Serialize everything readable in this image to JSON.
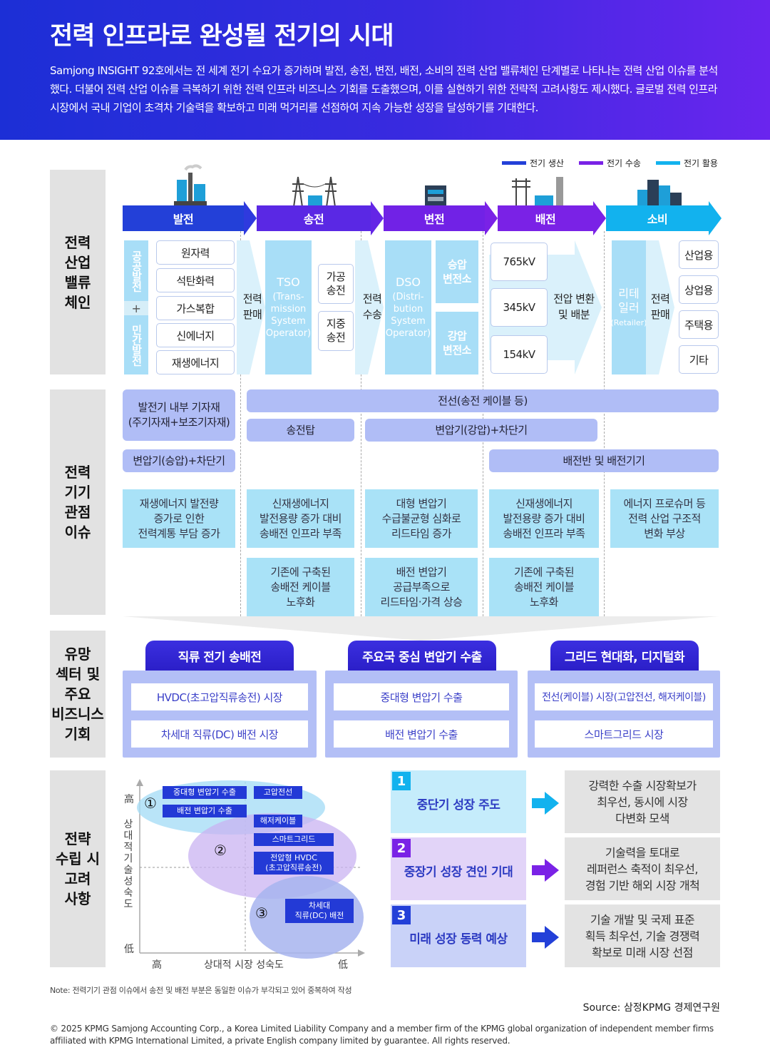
{
  "header": {
    "title": "전력 인프라로 완성될 전기의 시대",
    "desc": "Samjong INSIGHT 92호에서는 전 세계 전기 수요가 증가하며 발전, 송전, 변전, 배전, 소비의 전력 산업 밸류체인 단계별로 나타나는 전력 산업 이슈를 분석했다. 더불어 전력 산업 이슈를 극복하기 위한 전력 인프라 비즈니스 기회를 도출했으며, 이를 실현하기 위한 전략적 고려사항도 제시했다. 글로벌 전력 인프라 시장에서 국내 기업이 초격차 기술력을 확보하고 미래 먹거리를 선점하여 지속 가능한 성장을 달성하기를 기대한다."
  },
  "legend": [
    {
      "label": "전기 생산",
      "color": "#2340d8"
    },
    {
      "label": "전기 수송",
      "color": "#7a22e6"
    },
    {
      "label": "전기 활용",
      "color": "#12b2ee"
    }
  ],
  "sections": {
    "value_chain": "전력\n산업\n밸류\n체인",
    "issues": "전력\n기기\n관점\n이슈",
    "opps": "유망\n섹터 및\n주요\n비즈니스\n기회",
    "strategy": "전략\n수립 시\n고려\n사항"
  },
  "stages": [
    "발전",
    "송전",
    "변전",
    "배전",
    "소비"
  ],
  "vc": {
    "gen_public": "공공발전",
    "gen_plus": "+",
    "gen_private": "민간발전",
    "gen_items": [
      "원자력",
      "석탄화력",
      "가스복합",
      "신에너지",
      "재생에너지"
    ],
    "sales1": "전력\n판매",
    "tso_title": "TSO",
    "tso_sub": "(Trans-\nmission\nSystem\nOperator)",
    "tx_items": [
      "가공\n송전",
      "지중\n송전"
    ],
    "transport": "전력\n수송",
    "dso_title": "DSO",
    "dso_sub": "(Distri-\nbution\nSystem\nOperator)",
    "sub_items": [
      "승압\n변전소",
      "강압\n변전소"
    ],
    "volts": [
      "765kV",
      "345kV",
      "154kV"
    ],
    "conv": "전압 변환\n및 배분",
    "retailer_title": "리테\n일러",
    "retailer_sub": "(Retailer)",
    "sales2": "전력\n판매",
    "uses": [
      "산업용",
      "상업용",
      "주택용",
      "기타"
    ]
  },
  "equip": {
    "gen_internal": "발전기 내부 기자재\n(주기자재+보조기자재)",
    "cable": "전선(송전 케이블 등)",
    "tower": "송전탑",
    "transformer": "변압기(강압)+차단기",
    "gen_trans": "변압기(승압)+차단기",
    "switchgear": "배전반 및 배전기기"
  },
  "issues_row1": [
    "재생에너지 발전량\n증가로 인한\n전력계통 부담 증가",
    "신재생에너지\n발전용량 증가 대비\n송배전 인프라 부족",
    "대형 변압기\n수급불균형 심화로\n리드타임 증가",
    "신재생에너지\n발전용량 증가 대비\n송배전 인프라 부족",
    "에너지 프로슈머 등\n전력 산업 구조적\n변화 부상"
  ],
  "issues_row2": [
    "기존에 구축된\n송배전 케이블\n노후화",
    "배전 변압기\n공급부족으로\n리드타임·가격 상승",
    "기존에 구축된\n송배전 케이블\n노후화"
  ],
  "opportunities": [
    {
      "title": "직류 전기 송배전",
      "items": [
        "HVDC(초고압직류송전) 시장",
        "차세대 직류(DC) 배전 시장"
      ]
    },
    {
      "title": "주요국 중심 변압기 수출",
      "items": [
        "중대형 변압기 수출",
        "배전 변압기 수출"
      ]
    },
    {
      "title": "그리드 현대화, 디지털화",
      "items": [
        "전선(케이블) 시장(고압전선, 해저케이블)",
        "스마트그리드 시장"
      ]
    }
  ],
  "matrix": {
    "y_high": "高",
    "y_low": "低",
    "y_label": "상대적 기술 성숙도",
    "x_high": "高",
    "x_low": "低",
    "x_label": "상대적 시장 성숙도",
    "g1": "①",
    "g2": "②",
    "g3": "③",
    "g1_items": [
      "중대형 변압기 수출",
      "고압전선",
      "배전 변압기 수출"
    ],
    "g2_items": [
      "해저케이블",
      "스마트그리드",
      "전압형 HVDC\n(초고압직류송전)"
    ],
    "g3_items": [
      "차세대\n직류(DC) 배전"
    ]
  },
  "strategies": [
    {
      "num": "1",
      "label": "중단기 성장 주도",
      "result": "강력한 수출 시장확보가\n최우선, 동시에 시장\n다변화 모색",
      "color": "#12b2ee"
    },
    {
      "num": "2",
      "label": "중장기 성장 견인 기대",
      "result": "기술력을 토대로\n레퍼런스 축적이 최우선,\n경험 기반 해외 시장 개척",
      "color": "#7a22e6"
    },
    {
      "num": "3",
      "label": "미래 성장 동력 예상",
      "result": "기술 개발 및 국제 표준\n획득 최우선, 기술 경쟁력\n확보로 미래 시장 선점",
      "color": "#2340d8"
    }
  ],
  "note": "Note: 전력기기 관점 이슈에서 송전 및 배전 부분은 동일한 이슈가 부각되고 있어 중복하여 작성",
  "source": "Source: 삼정KPMG 경제연구원",
  "copyright": "© 2025 KPMG Samjong Accounting Corp., a Korea Limited Liability Company and a member firm of the KPMG global organization of independent member firms affiliated with KPMG International Limited, a private English company limited by guarantee. All rights reserved."
}
